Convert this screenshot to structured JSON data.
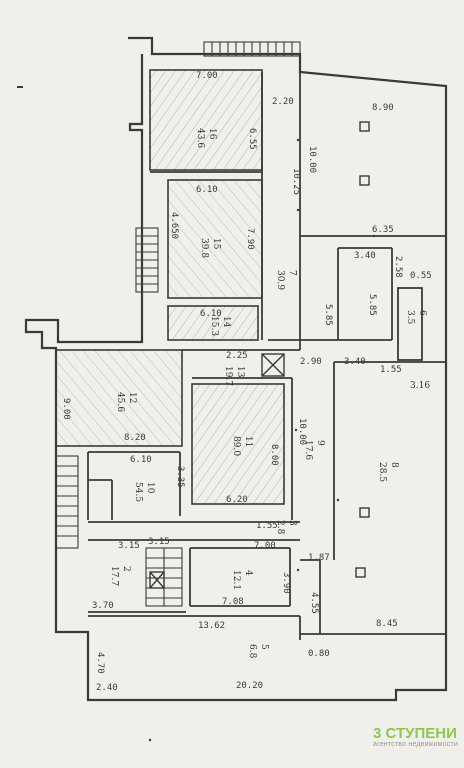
{
  "colors": {
    "paper": "#f1efe9",
    "ink": "#3a3a3a",
    "hatch": "#6f6f6f",
    "brand": "#7cbf3a"
  },
  "dimensions": [
    "7.00",
    "6.55",
    "2.20",
    "8.90",
    "10.00",
    "10.25",
    "6.10",
    "7.90",
    "4.650",
    "6.35",
    "3.40",
    "2.58",
    "0.55",
    "6.10",
    "2.25",
    "2.90",
    "3.40",
    "1.55",
    "3.15",
    "8.20",
    "10.00",
    "6.10",
    "3.35",
    "8.00",
    "9.00",
    "5.85",
    "5.85",
    "3.15",
    "7.00",
    "1.87",
    "8.45",
    "3.70",
    "6.20",
    "4.70",
    "20.20",
    "7.08",
    "3.90",
    "1.55",
    "2.40",
    "13.62",
    "4.55",
    "0.80"
  ],
  "rooms": [
    "16",
    "15",
    "7",
    "14",
    "12",
    "13",
    "11",
    "10",
    "9",
    "8",
    "2",
    "4",
    "5",
    "3",
    "6"
  ],
  "areas": [
    "43.6",
    "39.8",
    "30.9",
    "15.3",
    "45.6",
    "19.7",
    "89.0",
    "54.5",
    "17.6",
    "28.5",
    "17.7",
    "12.1",
    "6.8",
    "2.8",
    "3.5"
  ],
  "side_label": "3.16",
  "watermark": {
    "brand": "3 СТУПЕНИ",
    "sub": "агентство недвижимости"
  }
}
